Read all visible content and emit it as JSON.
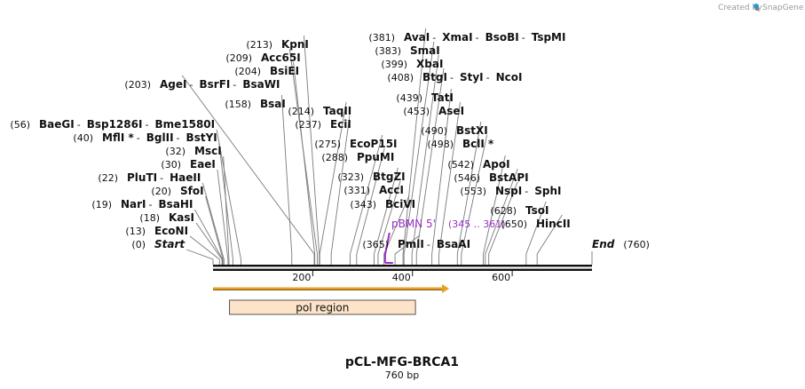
{
  "credit": "Created by",
  "brand": "SnapGene",
  "title": "pCL-MFG-BRCA1",
  "length_label": "760 bp",
  "sequence_length": 760,
  "ticks": [
    {
      "value": 200,
      "label": "200"
    },
    {
      "value": 400,
      "label": "400"
    },
    {
      "value": 600,
      "label": "600"
    }
  ],
  "primer": {
    "name": "pBMN 5'",
    "range": "(345 .. 361)",
    "start": 345,
    "end": 361,
    "color": "#9a2fc4"
  },
  "features": [
    {
      "name": "pol region",
      "start": 33,
      "end": 406,
      "fill": "#fde3c7",
      "stroke": "#555555"
    }
  ],
  "arrow": {
    "start": 0,
    "end": 470,
    "color": "#e8a020"
  },
  "sites": [
    {
      "names": [
        "Start"
      ],
      "pos_label": "(0)",
      "positions": [
        0
      ],
      "italic": true
    },
    {
      "names": [
        "EcoNI"
      ],
      "pos_label": "(13)",
      "positions": [
        13
      ]
    },
    {
      "names": [
        "KasI"
      ],
      "pos_label": "(18)",
      "positions": [
        18
      ]
    },
    {
      "names": [
        "NarI",
        "BsaHI"
      ],
      "pos_label": "(19)",
      "positions": [
        19
      ]
    },
    {
      "names": [
        "SfoI"
      ],
      "pos_label": "(20)",
      "positions": [
        20
      ]
    },
    {
      "names": [
        "PluTI",
        "HaeII"
      ],
      "pos_label": "(22)",
      "positions": [
        22
      ]
    },
    {
      "names": [
        "EaeI"
      ],
      "pos_label": "(30)",
      "positions": [
        30
      ]
    },
    {
      "names": [
        "MscI"
      ],
      "pos_label": "(32)",
      "positions": [
        32
      ]
    },
    {
      "names": [
        "MflI *",
        "BglII",
        "BstYI"
      ],
      "pos_label": "(40)",
      "positions": [
        40
      ]
    },
    {
      "names": [
        "BaeGI",
        "Bsp1286I",
        "Bme1580I"
      ],
      "pos_label": "(56)",
      "positions": [
        56
      ]
    },
    {
      "names": [
        "BsaI"
      ],
      "pos_label": "(158)",
      "positions": [
        158
      ]
    },
    {
      "names": [
        "AgeI",
        "BsrFI",
        "BsaWI"
      ],
      "pos_label": "(203)",
      "positions": [
        203
      ]
    },
    {
      "names": [
        "BsiEI"
      ],
      "pos_label": "(204)",
      "positions": [
        204
      ]
    },
    {
      "names": [
        "Acc65I"
      ],
      "pos_label": "(209)",
      "positions": [
        209
      ]
    },
    {
      "names": [
        "KpnI"
      ],
      "pos_label": "(213)",
      "positions": [
        213
      ]
    },
    {
      "names": [
        "TaqII"
      ],
      "pos_label": "(214)",
      "positions": [
        214
      ]
    },
    {
      "names": [
        "EciI"
      ],
      "pos_label": "(237)",
      "positions": [
        237
      ]
    },
    {
      "names": [
        "EcoP15I"
      ],
      "pos_label": "(275)",
      "positions": [
        275
      ]
    },
    {
      "names": [
        "PpuMI"
      ],
      "pos_label": "(288)",
      "positions": [
        288
      ]
    },
    {
      "names": [
        "BtgZI"
      ],
      "pos_label": "(323)",
      "positions": [
        323
      ]
    },
    {
      "names": [
        "AccI"
      ],
      "pos_label": "(331)",
      "positions": [
        331
      ]
    },
    {
      "names": [
        "BciVI"
      ],
      "pos_label": "(343)",
      "positions": [
        343
      ]
    },
    {
      "names": [
        "PmlI",
        "BsaAI"
      ],
      "pos_label": "(365)",
      "positions": [
        365
      ]
    },
    {
      "names": [
        "AvaI",
        "XmaI",
        "BsoBI",
        "TspMI"
      ],
      "pos_label": "(381)",
      "positions": [
        381
      ]
    },
    {
      "names": [
        "SmaI"
      ],
      "pos_label": "(383)",
      "positions": [
        383
      ]
    },
    {
      "names": [
        "XbaI"
      ],
      "pos_label": "(399)",
      "positions": [
        399
      ]
    },
    {
      "names": [
        "BtgI",
        "StyI",
        "NcoI"
      ],
      "pos_label": "(408)",
      "positions": [
        408
      ]
    },
    {
      "names": [
        "TatI"
      ],
      "pos_label": "(439)",
      "positions": [
        439
      ]
    },
    {
      "names": [
        "AseI"
      ],
      "pos_label": "(453)",
      "positions": [
        453
      ]
    },
    {
      "names": [
        "BstXI"
      ],
      "pos_label": "(490)",
      "positions": [
        490
      ]
    },
    {
      "names": [
        "BclI *"
      ],
      "pos_label": "(498)",
      "positions": [
        498
      ]
    },
    {
      "names": [
        "ApoI"
      ],
      "pos_label": "(542)",
      "positions": [
        542
      ]
    },
    {
      "names": [
        "BstAPI"
      ],
      "pos_label": "(546)",
      "positions": [
        546
      ]
    },
    {
      "names": [
        "NspI",
        "SphI"
      ],
      "pos_label": "(553)",
      "positions": [
        553
      ]
    },
    {
      "names": [
        "TsoI"
      ],
      "pos_label": "(628)",
      "positions": [
        628
      ]
    },
    {
      "names": [
        "HincII"
      ],
      "pos_label": "(650)",
      "positions": [
        650
      ]
    },
    {
      "names": [
        "End"
      ],
      "pos_label": "(760)",
      "positions": [
        760
      ],
      "italic": true
    }
  ]
}
